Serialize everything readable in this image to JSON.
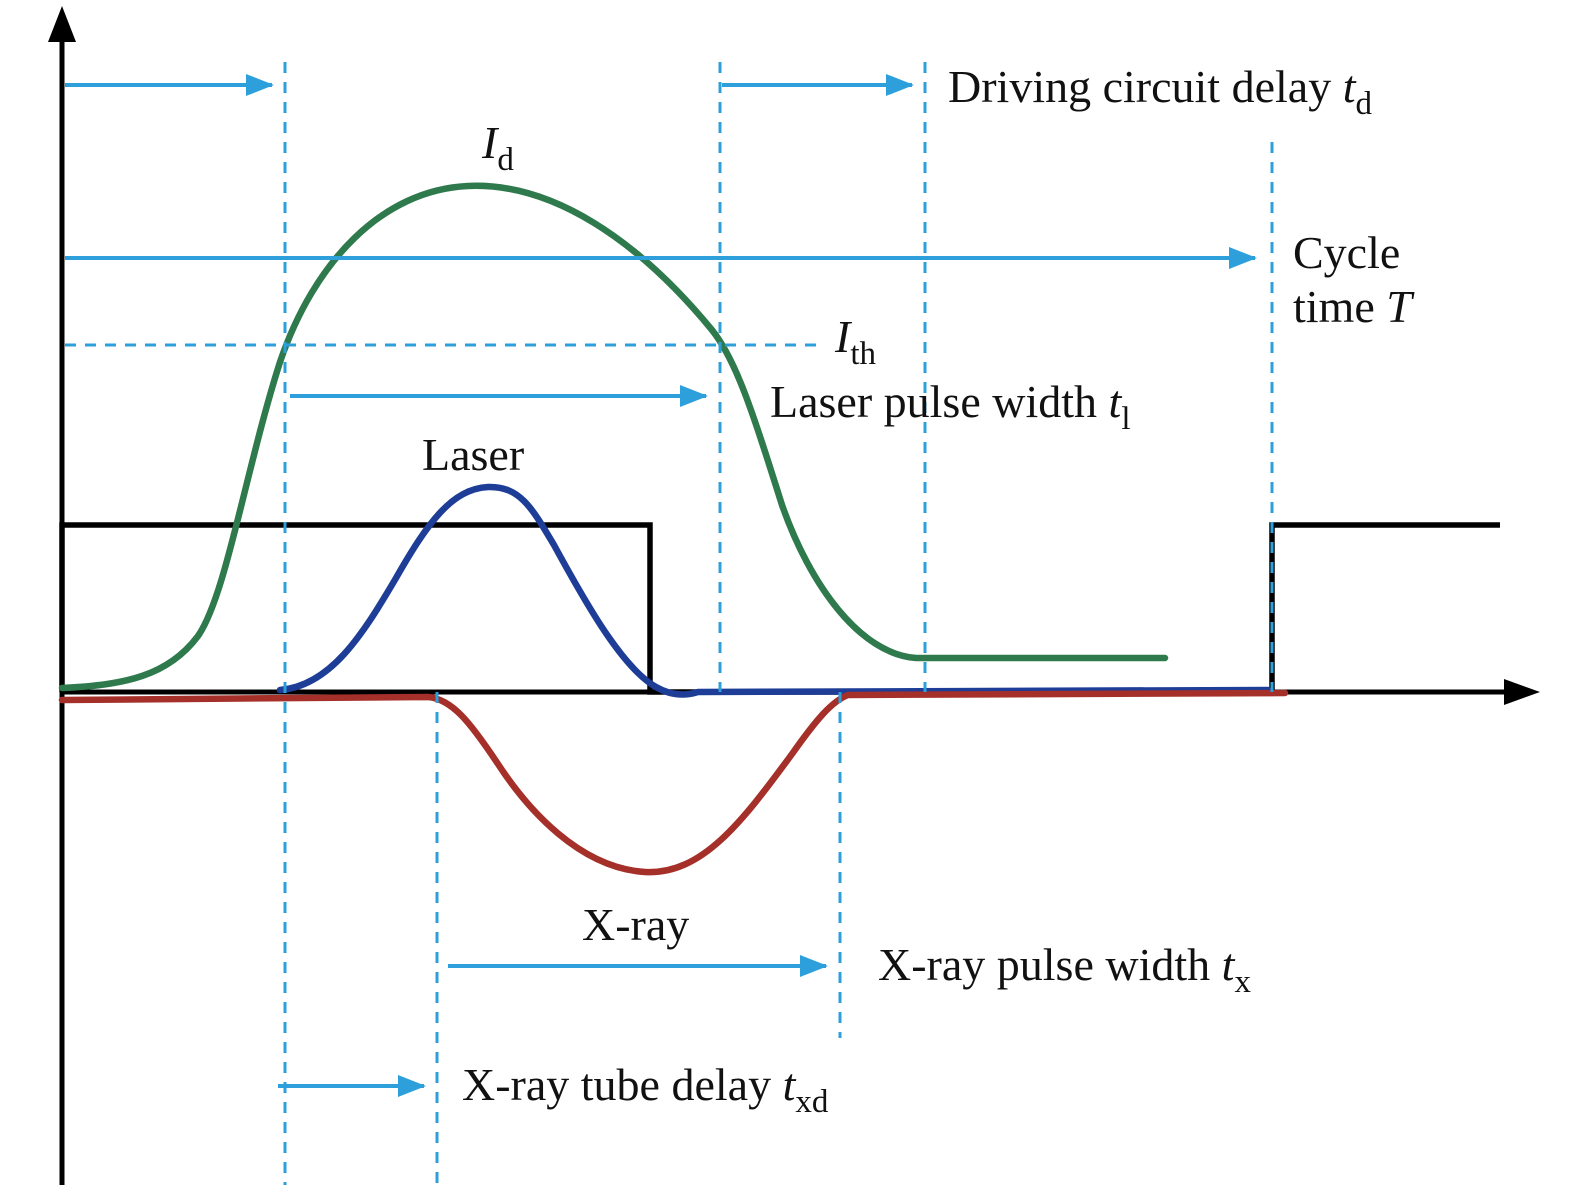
{
  "figure": {
    "description": "Timing diagram of driving current, laser pulse and X-ray pulse"
  },
  "colors": {
    "axis": "#000000",
    "square_wave": "#000000",
    "id_curve": "#2f7a4d",
    "laser_curve": "#1e3d96",
    "xray_curve": "#a5302a",
    "xray_label": "#c2502c",
    "annotation": "#2da0dc",
    "text": "#111111"
  },
  "labels": {
    "id": {
      "var": "I",
      "sub": "d"
    },
    "ith": {
      "var": "I",
      "sub": "th"
    },
    "laser": "Laser",
    "xray": "X-ray",
    "driving_delay": {
      "text": "Driving circuit delay ",
      "var": "t",
      "sub": "d"
    },
    "cycle_time": {
      "line1": "Cycle",
      "line2_text": "time ",
      "line2_var": "T"
    },
    "laser_width": {
      "text": "Laser pulse width ",
      "var": "t",
      "sub": "l"
    },
    "xray_width": {
      "text": "X-ray pulse width ",
      "var": "t",
      "sub": "x"
    },
    "xray_delay": {
      "text": "X-ray tube delay ",
      "var": "t",
      "sub": "xd"
    }
  }
}
